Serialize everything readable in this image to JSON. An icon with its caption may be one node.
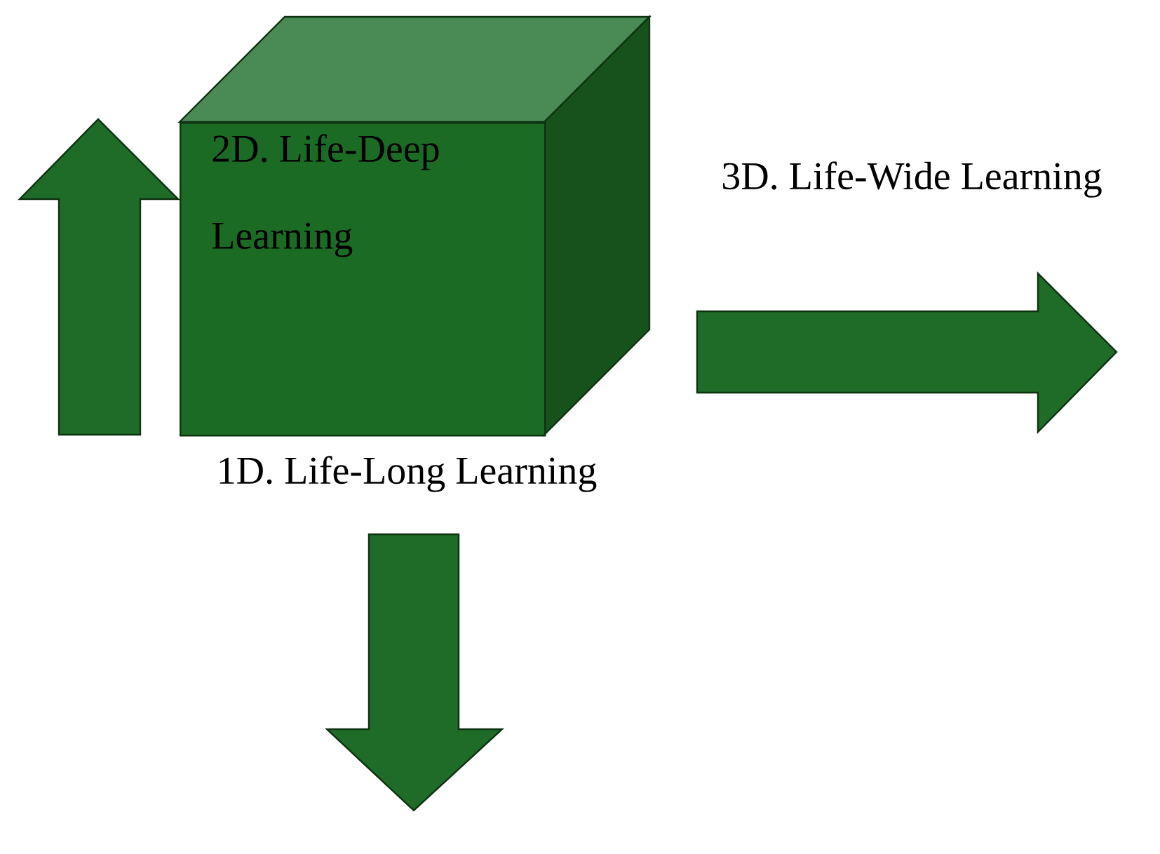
{
  "diagram": {
    "nodes": [
      {
        "text": [
          "2D. Life-Deep Learning"
        ]
      }
    ],
    "labels": [
      "3D. Life-Wide Learning",
      "1D. Life-Long Learning"
    ]
  }
}
